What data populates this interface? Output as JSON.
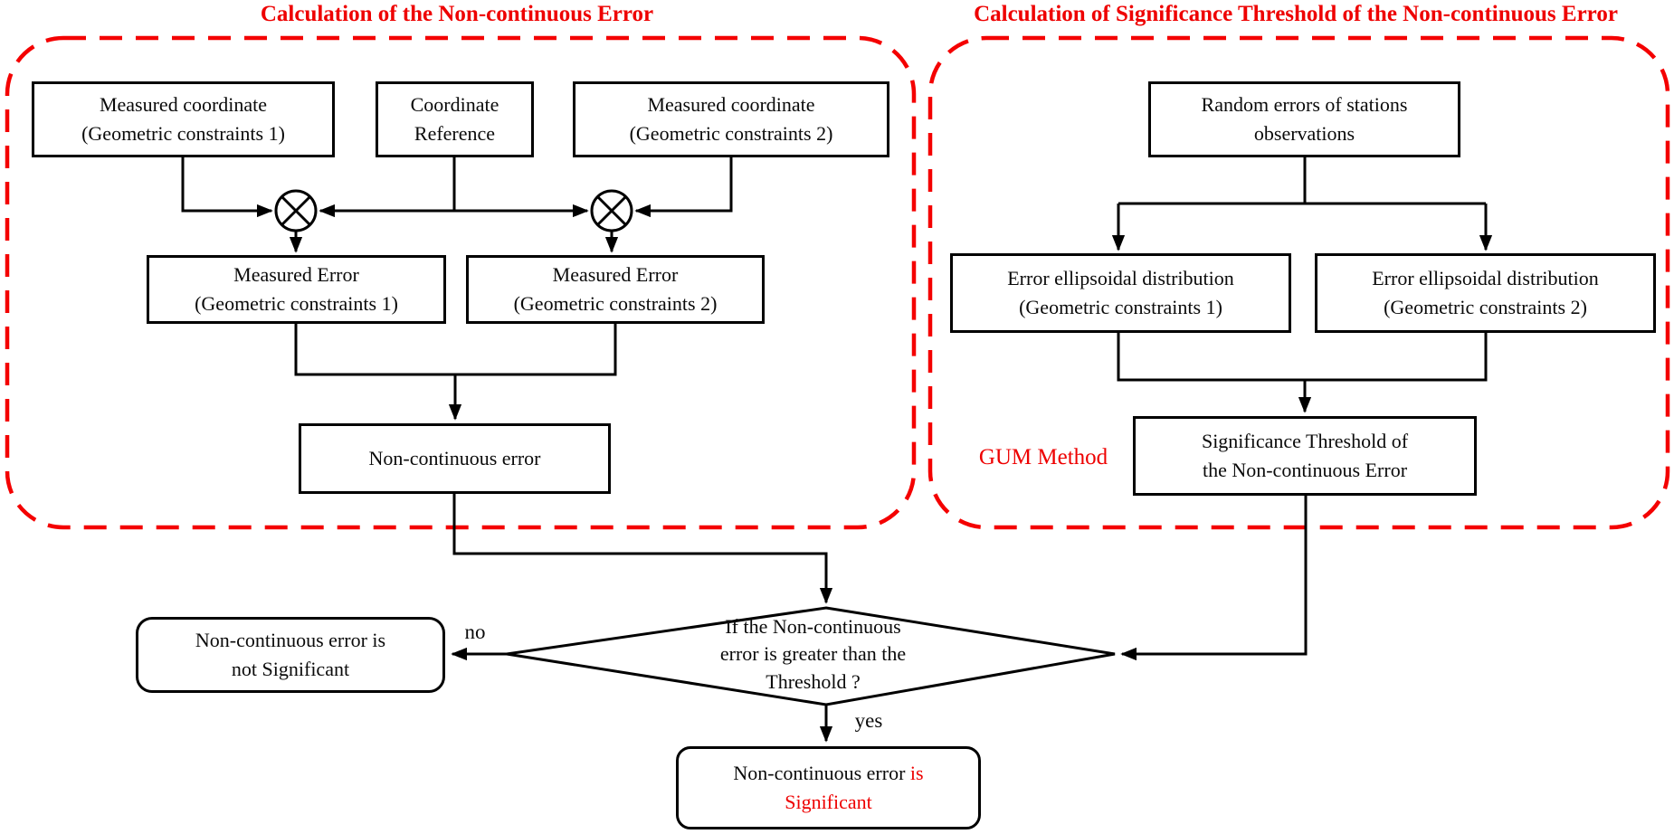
{
  "colors": {
    "accent_red": "#ee0000",
    "line_black": "#000000",
    "background": "#ffffff"
  },
  "left_panel": {
    "title": "Calculation of the Non-continuous Error",
    "nodes": {
      "measured_coord_1": "Measured coordinate\n(Geometric constraints 1)",
      "coord_reference": "Coordinate\nReference",
      "measured_coord_2": "Measured coordinate\n(Geometric constraints 2)",
      "measured_error_1": "Measured Error\n(Geometric constraints 1)",
      "measured_error_2": "Measured Error\n(Geometric constraints 2)",
      "non_continuous_error": "Non-continuous error"
    },
    "operator_icon": "multiply-in-circle"
  },
  "right_panel": {
    "title": "Calculation of Significance Threshold of the Non-continuous Error",
    "nodes": {
      "random_errors": "Random errors of stations\nobservations",
      "ellipsoid_1": "Error ellipsoidal distribution\n(Geometric constraints 1)",
      "ellipsoid_2": "Error ellipsoidal distribution\n(Geometric constraints 2)",
      "significance_threshold": "Significance Threshold of\nthe Non-continuous Error"
    },
    "method_label": "GUM Method"
  },
  "decision": {
    "question": "If the Non-continuous\nerror is greater than the\nThreshold ?",
    "no_label": "no",
    "yes_label": "yes",
    "no_result": "Non-continuous error is\nnot Significant",
    "yes_result_black": "Non-continuous error ",
    "yes_result_red_inline": "is",
    "yes_result_red_line2": "Significant"
  }
}
